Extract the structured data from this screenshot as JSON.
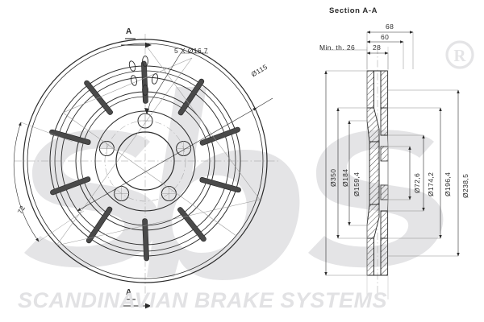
{
  "drawing": {
    "title_section": "Section A-A",
    "brand_text": "SCANDINAVIAN BRAKE SYSTEMS",
    "logo_mark": "sbs",
    "registered_symbol": "®",
    "section_marker": "A",
    "face_view": {
      "callouts": [
        {
          "id": "hole-pattern",
          "text": "5 X Ø16,7"
        },
        {
          "id": "bolt-circle",
          "text": "Ø115"
        },
        {
          "id": "slot-angle",
          "text": "72"
        }
      ]
    },
    "section_view": {
      "horizontal_dims": [
        {
          "id": "overall-width",
          "text": "68"
        },
        {
          "id": "hat-to-face",
          "text": "60"
        },
        {
          "id": "disc-thickness",
          "text": "28"
        }
      ],
      "min_thickness": "Min. th. 26",
      "vertical_dims": [
        {
          "id": "outer-diameter",
          "text": "Ø350"
        },
        {
          "id": "hat-outer",
          "text": "Ø184"
        },
        {
          "id": "hat-inner",
          "text": "Ø159,4"
        },
        {
          "id": "center-bore",
          "text": "Ø72,6"
        },
        {
          "id": "vent-inner",
          "text": "Ø174,2"
        },
        {
          "id": "vent-mid",
          "text": "Ø196,4"
        },
        {
          "id": "vent-outer",
          "text": "Ø238,5"
        }
      ]
    },
    "colors": {
      "line": "#2b2b2b",
      "thin_line": "#6e6e6e",
      "construction": "#9a9a9a",
      "watermark": "#e2e2e4",
      "hatch": "#3a3a3a",
      "background": "#ffffff"
    }
  }
}
